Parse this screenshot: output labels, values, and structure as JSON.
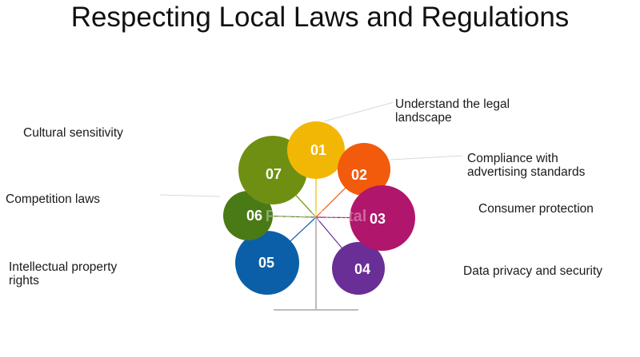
{
  "title": "Respecting Local Laws and Regulations",
  "colors": {
    "c01": "#f2b705",
    "c02": "#f25a0c",
    "c03": "#b0166b",
    "c04": "#6a2e97",
    "c05": "#0b5fa8",
    "c06": "#4a7a16",
    "c07": "#6f8f12",
    "stem": "#bdbdbd"
  },
  "items": [
    {
      "num": "01",
      "label_lines": [
        "Understand the legal",
        "landscape"
      ]
    },
    {
      "num": "02",
      "label_lines": [
        "Compliance with",
        "advertising standards"
      ]
    },
    {
      "num": "03",
      "label_lines": [
        "Consumer protection"
      ]
    },
    {
      "num": "04",
      "label_lines": [
        "Data privacy and security"
      ]
    },
    {
      "num": "05",
      "label_lines": [
        "Intellectual property",
        "rights"
      ]
    },
    {
      "num": "06",
      "label_lines": [
        "Competition laws"
      ]
    },
    {
      "num": "07",
      "label_lines": [
        "Cultural sensitivity"
      ]
    }
  ],
  "watermark": "FasterCapital"
}
